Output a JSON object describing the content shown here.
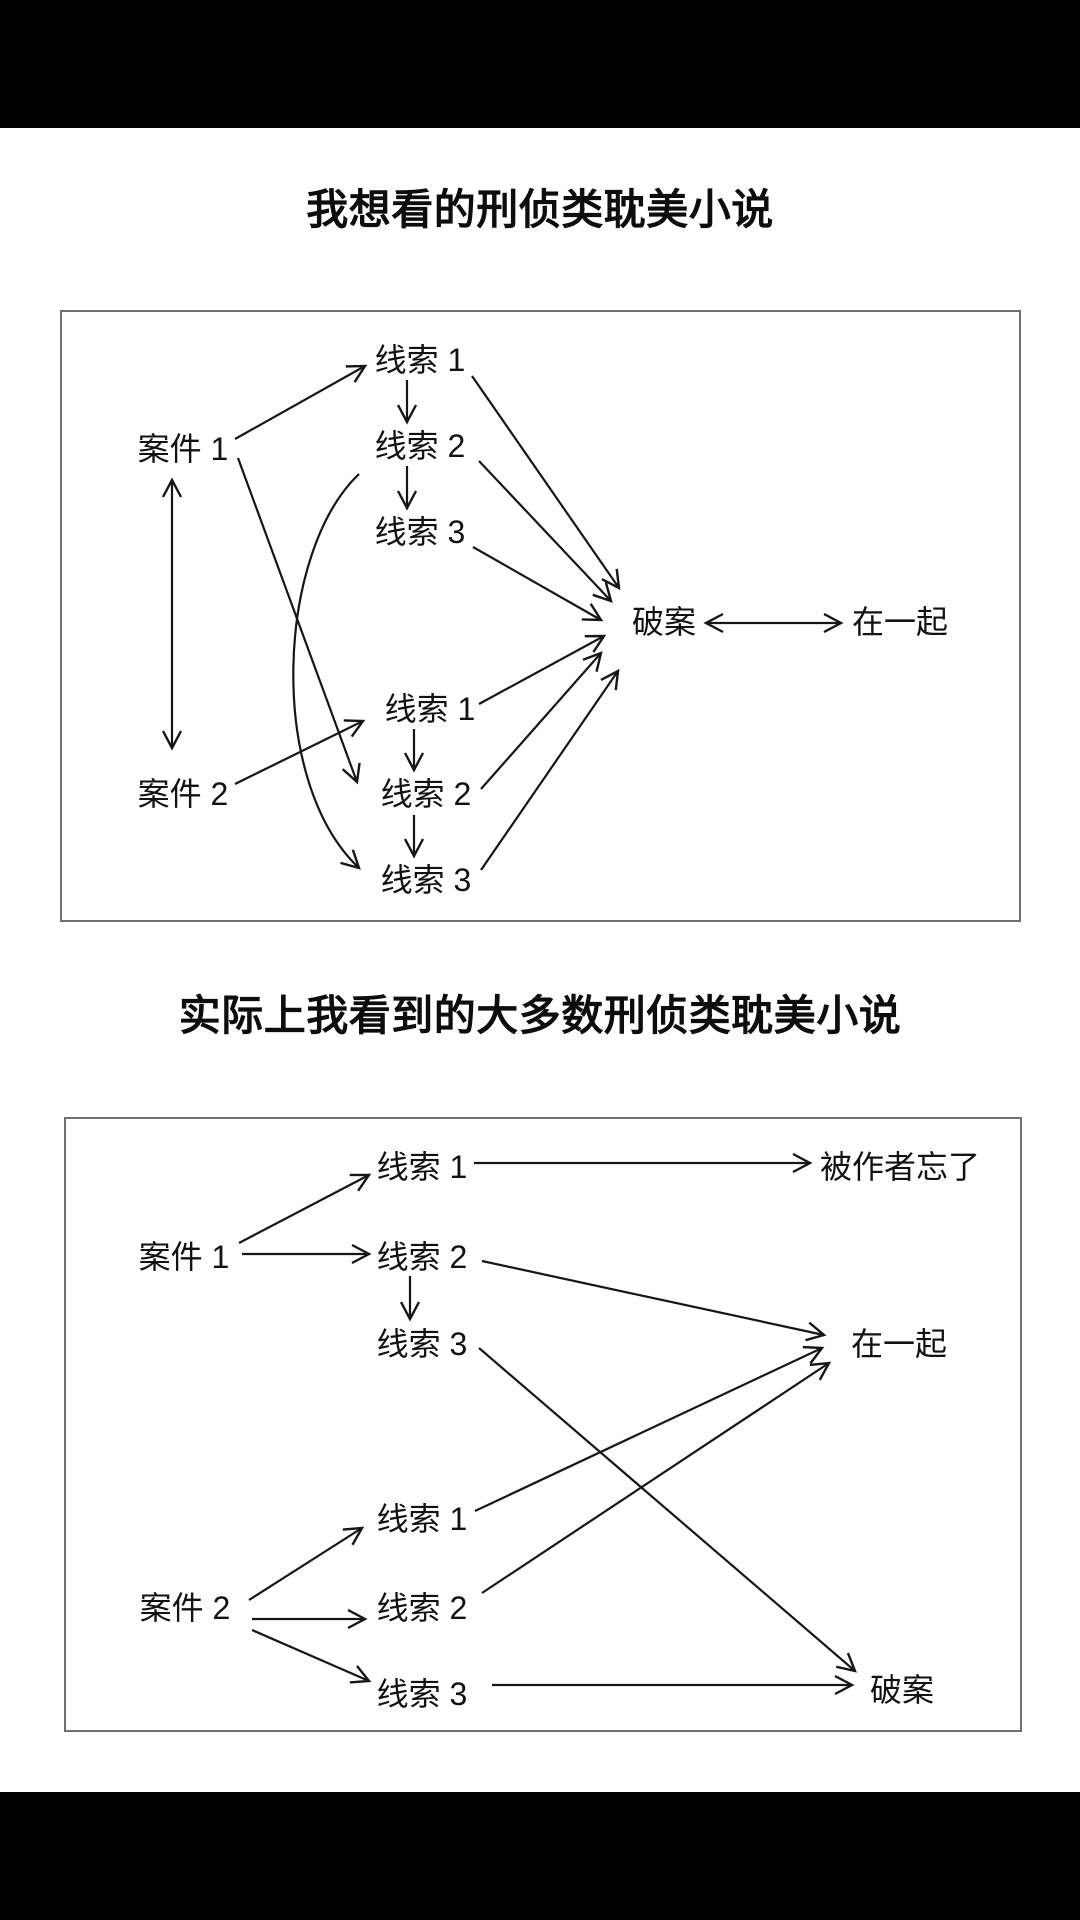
{
  "colors": {
    "letterbox": "#000000",
    "canvas": "#ffffff",
    "line": "#161616",
    "text": "#121212",
    "box_border": "#6f6f6f"
  },
  "diagram1": {
    "title": "我想看的刑侦类耽美小说",
    "nodes": {
      "case1": "案件 1",
      "case2": "案件 2",
      "case1_clue1": "线索 1",
      "case1_clue2": "线索 2",
      "case1_clue3": "线索 3",
      "case2_clue1": "线索 1",
      "case2_clue2": "线索 2",
      "case2_clue3": "线索 3",
      "solve": "破案",
      "together": "在一起"
    },
    "edges": [
      {
        "from": "case1",
        "to": "case1_clue1",
        "arrow": "single"
      },
      {
        "from": "case1_clue1",
        "to": "case1_clue2",
        "arrow": "single"
      },
      {
        "from": "case1_clue2",
        "to": "case1_clue3",
        "arrow": "single"
      },
      {
        "from": "case1",
        "to": "case2_clue2",
        "arrow": "single"
      },
      {
        "from": "case1_clue2",
        "to": "case2_clue3",
        "arrow": "single",
        "style": "curved"
      },
      {
        "from": "case2",
        "to": "case2_clue1",
        "arrow": "single"
      },
      {
        "from": "case2_clue1",
        "to": "case2_clue2",
        "arrow": "single"
      },
      {
        "from": "case2_clue2",
        "to": "case2_clue3",
        "arrow": "single"
      },
      {
        "from": "case1_clue1",
        "to": "solve",
        "arrow": "single"
      },
      {
        "from": "case1_clue2",
        "to": "solve",
        "arrow": "single"
      },
      {
        "from": "case1_clue3",
        "to": "solve",
        "arrow": "single"
      },
      {
        "from": "case2_clue1",
        "to": "solve",
        "arrow": "single"
      },
      {
        "from": "case2_clue2",
        "to": "solve",
        "arrow": "single"
      },
      {
        "from": "case2_clue3",
        "to": "solve",
        "arrow": "single"
      },
      {
        "from": "solve",
        "to": "together",
        "arrow": "double"
      },
      {
        "from": "case1",
        "to": "case2",
        "arrow": "double"
      }
    ]
  },
  "diagram2": {
    "title": "实际上我看到的大多数刑侦类耽美小说",
    "nodes": {
      "case1": "案件 1",
      "case2": "案件 2",
      "case1_clue1": "线索 1",
      "case1_clue2": "线索 2",
      "case1_clue3": "线索 3",
      "case2_clue1": "线索 1",
      "case2_clue2": "线索 2",
      "case2_clue3": "线索 3",
      "forgotten": "被作者忘了",
      "together": "在一起",
      "solve": "破案"
    },
    "edges": [
      {
        "from": "case1",
        "to": "case1_clue1",
        "arrow": "single"
      },
      {
        "from": "case1",
        "to": "case1_clue2",
        "arrow": "single"
      },
      {
        "from": "case1_clue1",
        "to": "forgotten",
        "arrow": "single"
      },
      {
        "from": "case1_clue2",
        "to": "case1_clue3",
        "arrow": "single"
      },
      {
        "from": "case1_clue2",
        "to": "together",
        "arrow": "single"
      },
      {
        "from": "case1_clue3",
        "to": "solve",
        "arrow": "single"
      },
      {
        "from": "case2",
        "to": "case2_clue1",
        "arrow": "single"
      },
      {
        "from": "case2",
        "to": "case2_clue2",
        "arrow": "single"
      },
      {
        "from": "case2",
        "to": "case2_clue3",
        "arrow": "single"
      },
      {
        "from": "case2_clue1",
        "to": "together",
        "arrow": "single"
      },
      {
        "from": "case2_clue2",
        "to": "together",
        "arrow": "single"
      },
      {
        "from": "case2_clue3",
        "to": "solve",
        "arrow": "single"
      }
    ]
  }
}
